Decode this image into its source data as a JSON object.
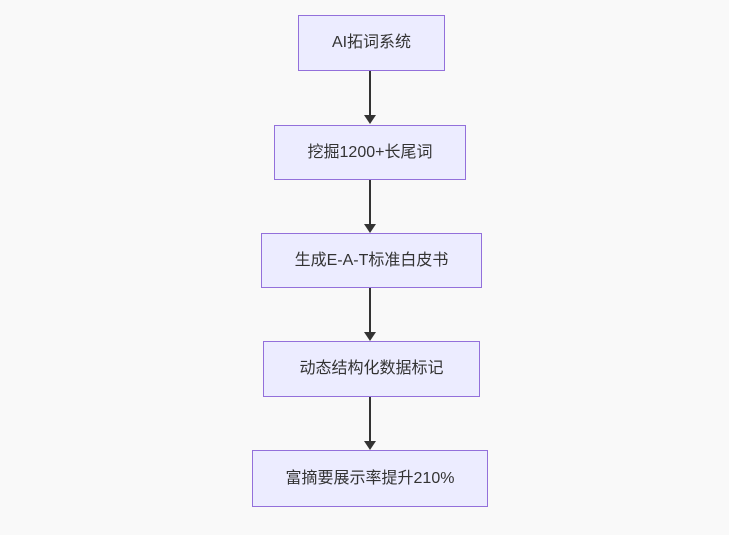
{
  "flowchart": {
    "type": "flowchart",
    "direction": "top-down",
    "nodes": [
      {
        "id": "node-1",
        "label": "AI拓词系统"
      },
      {
        "id": "node-2",
        "label": "挖掘1200+长尾词"
      },
      {
        "id": "node-3",
        "label": "生成E-A-T标准白皮书"
      },
      {
        "id": "node-4",
        "label": "动态结构化数据标记"
      },
      {
        "id": "node-5",
        "label": "富摘要展示率提升210%"
      }
    ],
    "edges": [
      {
        "from": "node-1",
        "to": "node-2"
      },
      {
        "from": "node-2",
        "to": "node-3"
      },
      {
        "from": "node-3",
        "to": "node-4"
      },
      {
        "from": "node-4",
        "to": "node-5"
      }
    ],
    "colors": {
      "background": "#f9f9f9",
      "node_fill": "#ECECFF",
      "node_border": "#9370DB",
      "arrow": "#333333",
      "text": "#333333"
    }
  }
}
